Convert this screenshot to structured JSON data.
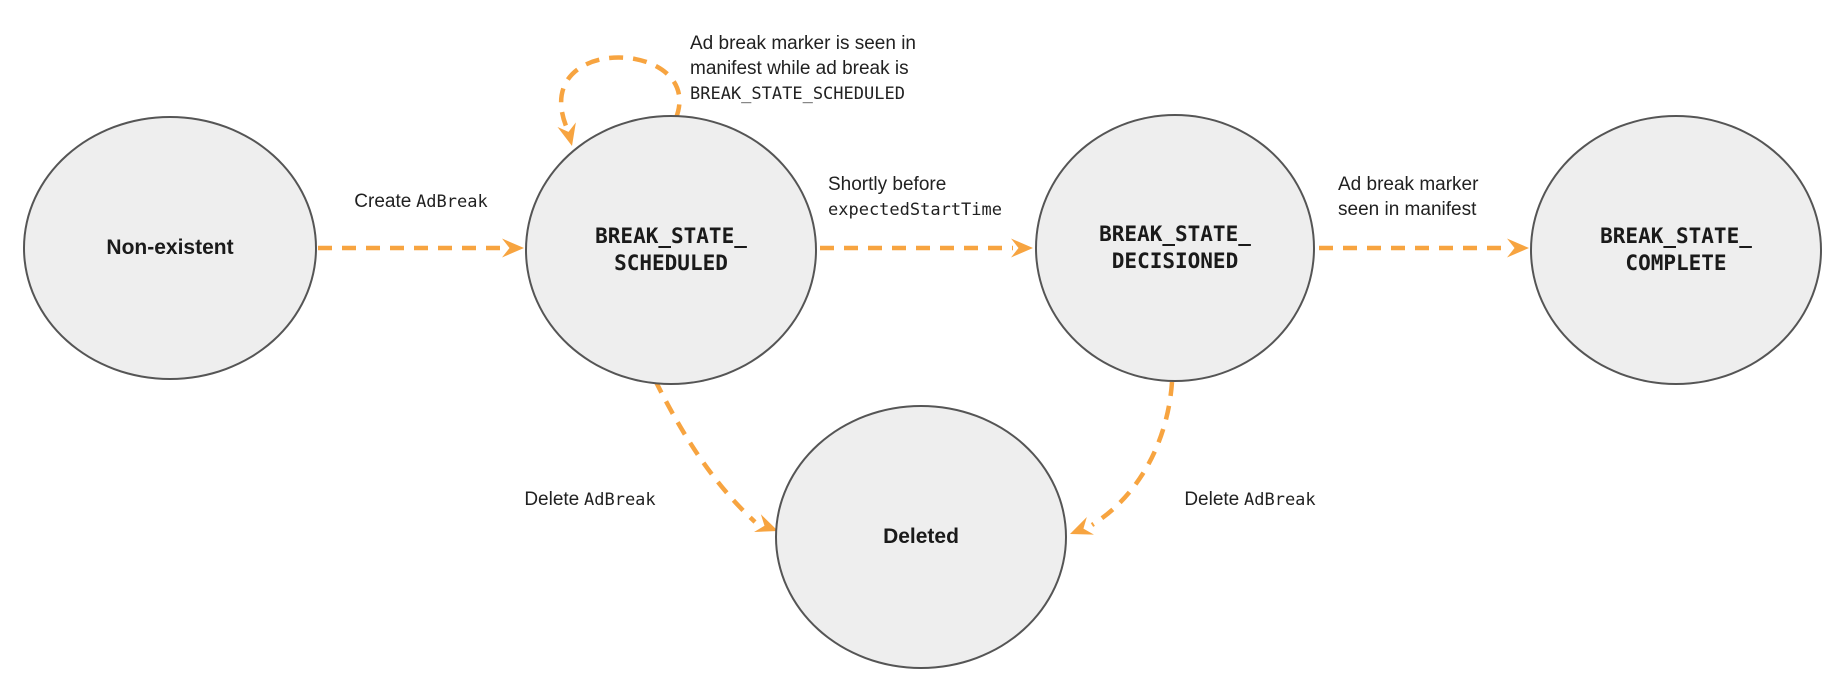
{
  "diagram": {
    "type": "state-machine",
    "accent_color": "#F7A440",
    "node_fill_color": "#EEEEEE",
    "node_border_color": "#555555",
    "text_color": "#212121",
    "states": [
      {
        "id": "non-existent",
        "label": "Non-existent"
      },
      {
        "id": "break-state-scheduled",
        "line1": "BREAK_STATE_",
        "line2": "SCHEDULED"
      },
      {
        "id": "break-state-decisioned",
        "line1": "BREAK_STATE_",
        "line2": "DECISIONED"
      },
      {
        "id": "break-state-complete",
        "line1": "BREAK_STATE_",
        "line2": "COMPLETE"
      },
      {
        "id": "deleted",
        "label": "Deleted"
      }
    ],
    "transitions": [
      {
        "from": "non-existent",
        "to": "break-state-scheduled",
        "label_text": "Create",
        "label_code": "AdBreak"
      },
      {
        "from": "break-state-scheduled",
        "to": "break-state-scheduled",
        "label_line1": "Ad break marker is seen in",
        "label_line2": "manifest while ad break is",
        "label_code": "BREAK_STATE_SCHEDULED"
      },
      {
        "from": "break-state-scheduled",
        "to": "break-state-decisioned",
        "label_line1": "Shortly before",
        "label_code": "expectedStartTime"
      },
      {
        "from": "break-state-decisioned",
        "to": "break-state-complete",
        "label_line1": "Ad break marker",
        "label_line2": "seen in manifest"
      },
      {
        "from": "break-state-scheduled",
        "to": "deleted",
        "label_text": "Delete",
        "label_code": "AdBreak"
      },
      {
        "from": "break-state-decisioned",
        "to": "deleted",
        "label_text": "Delete",
        "label_code": "AdBreak"
      }
    ]
  }
}
